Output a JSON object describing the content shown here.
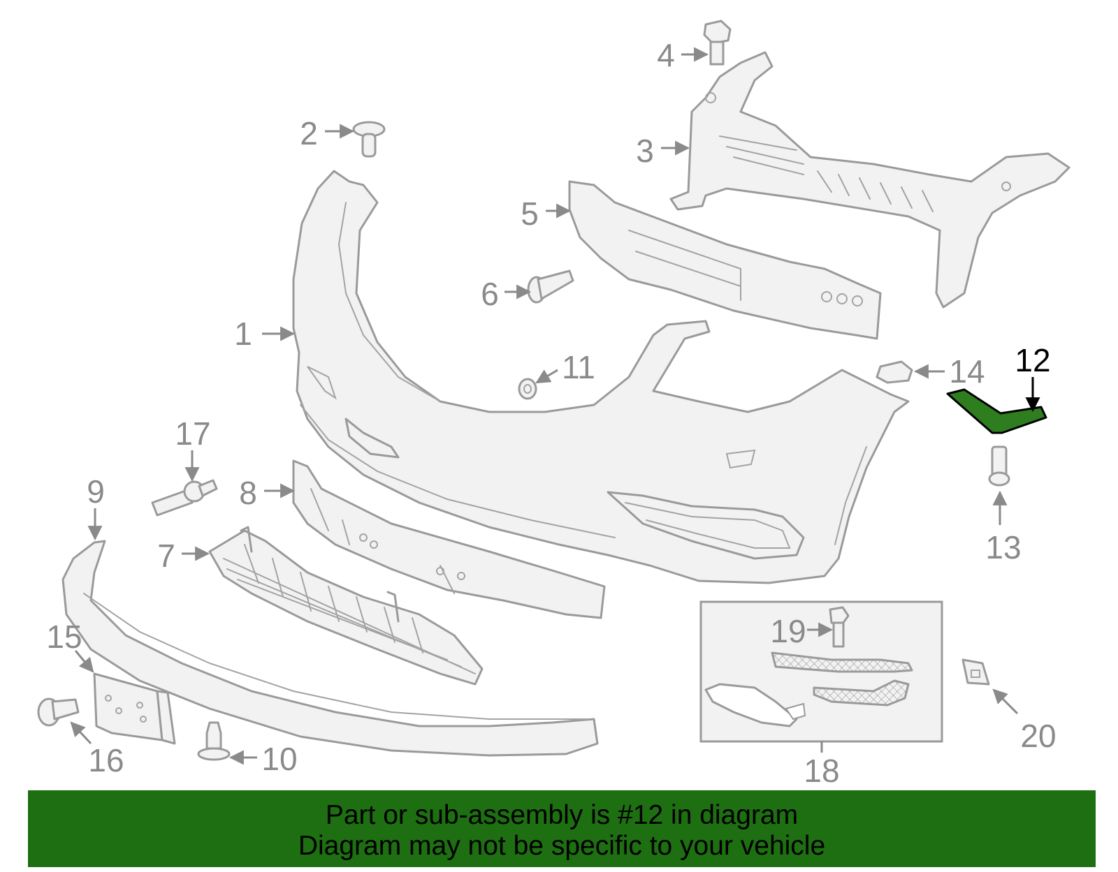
{
  "diagram": {
    "callouts": [
      "1",
      "2",
      "3",
      "4",
      "5",
      "6",
      "7",
      "8",
      "9",
      "10",
      "11",
      "12",
      "13",
      "14",
      "15",
      "16",
      "17",
      "18",
      "19",
      "20"
    ],
    "highlighted_part": "12",
    "colors": {
      "highlight": "#2e7d1f",
      "banner_bg": "#1e6e12",
      "part_stroke": "#9a9a9a",
      "part_fill": "#f2f2f2",
      "label": "#8a8a8a"
    }
  },
  "banner": {
    "line1": "Part or sub-assembly is #12 in diagram",
    "line2": "Diagram may not be specific to your vehicle"
  }
}
